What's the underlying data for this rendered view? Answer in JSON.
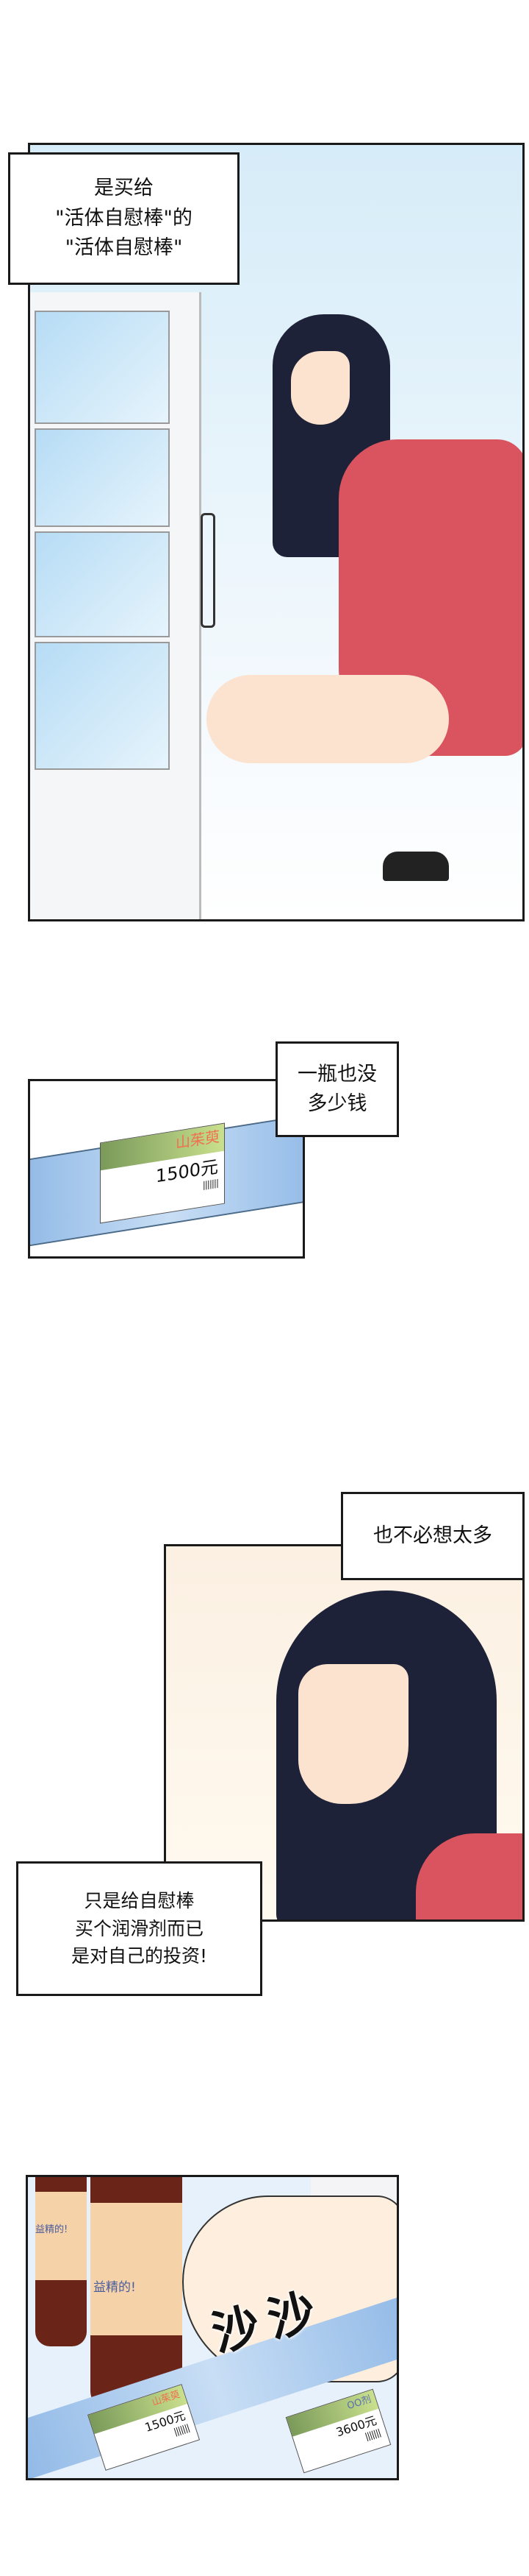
{
  "panel1": {
    "caption_lines": [
      "是买给",
      "\"活体自慰棒\"的",
      "\"活体自慰棒\""
    ]
  },
  "panel2": {
    "caption_lines": [
      "一瓶也没",
      "多少钱"
    ],
    "price_tag": {
      "name": "山茱萸",
      "price": "1500元",
      "barcode": "|||||||"
    }
  },
  "panel3": {
    "caption_top": "也不必想太多",
    "caption_bottom_lines": [
      "只是给自慰棒",
      "买个润滑剂而已",
      "是对自己的投资!"
    ]
  },
  "panel4": {
    "bottle_labels": [
      "益精的!",
      "益精的!"
    ],
    "sfx": "沙沙",
    "price_tags": [
      {
        "name": "山茱萸",
        "price": "1500元",
        "barcode": "|||||||"
      },
      {
        "name": "OO剂",
        "price": "3600元",
        "barcode": "|||||||"
      }
    ]
  },
  "colors": {
    "sky": "#d6ecf8",
    "dress": "#d9545f",
    "hair": "#1e2238",
    "shelf": "#9cc4ec",
    "bottle": "#6b2418"
  }
}
